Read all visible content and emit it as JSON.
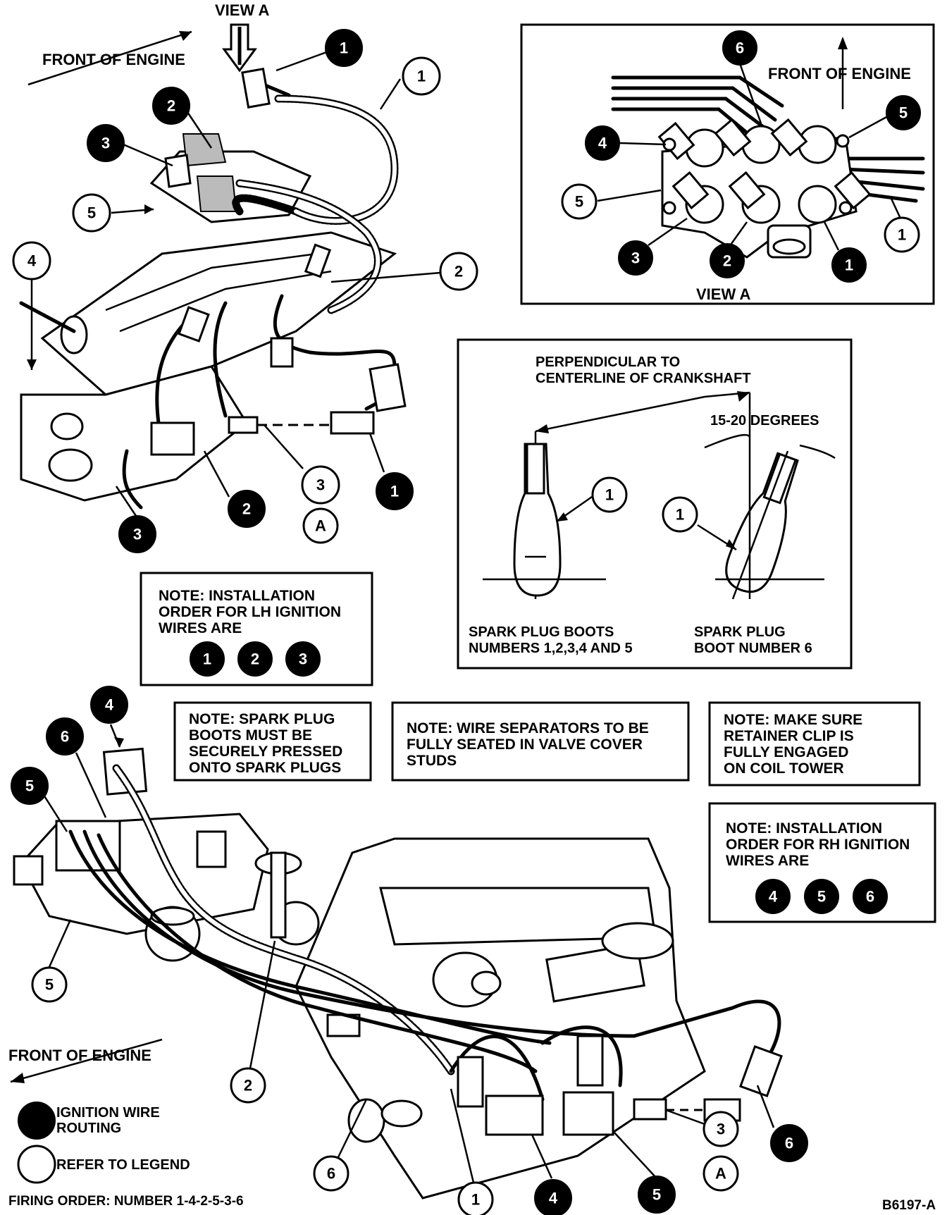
{
  "labels": {
    "view_a_top": "VIEW A",
    "front_of_engine_top_left": "FRONT OF ENGINE",
    "front_of_engine_view_a": "FRONT OF ENGINE",
    "view_a_caption": "VIEW A",
    "front_of_engine_bottom": "FRONT OF ENGINE",
    "perpendicular_line1": "PERPENDICULAR TO",
    "perpendicular_line2": "CENTERLINE OF CRANKSHAFT",
    "degrees": "15-20 DEGREES",
    "boots_left_line1": "SPARK PLUG BOOTS",
    "boots_left_line2": "NUMBERS 1,2,3,4 AND 5",
    "boot_right_line1": "SPARK PLUG",
    "boot_right_line2": "BOOT NUMBER 6",
    "circle_a_top": "A",
    "circle_a_bottom": "A",
    "figure_id": "B6197-A"
  },
  "notes": {
    "lh_order": {
      "lines": [
        "NOTE: INSTALLATION",
        "ORDER FOR LH IGNITION",
        "WIRES ARE"
      ],
      "numbers": [
        "1",
        "2",
        "3"
      ]
    },
    "boots_pressed": {
      "lines": [
        "NOTE: SPARK PLUG",
        "BOOTS MUST BE",
        "SECURELY PRESSED",
        "ONTO SPARK PLUGS"
      ]
    },
    "separators": {
      "lines": [
        "NOTE: WIRE SEPARATORS TO BE",
        "FULLY SEATED IN VALVE COVER",
        "STUDS"
      ]
    },
    "retainer": {
      "lines": [
        "NOTE: MAKE SURE",
        "RETAINER CLIP IS",
        "FULLY ENGAGED",
        "ON COIL TOWER"
      ]
    },
    "rh_order": {
      "lines": [
        "NOTE: INSTALLATION",
        "ORDER FOR RH IGNITION",
        "WIRES ARE"
      ],
      "numbers": [
        "4",
        "5",
        "6"
      ]
    }
  },
  "legend": {
    "routing": "IGNITION WIRE ROUTING",
    "routing_line1": "IGNITION WIRE",
    "routing_line2": "ROUTING",
    "refer": "REFER TO LEGEND",
    "firing_order": "FIRING ORDER: NUMBER 1-4-2-5-3-6"
  },
  "callouts": {
    "top_left_black": [
      "1",
      "2",
      "3",
      "2",
      "1",
      "3"
    ],
    "top_left_white": [
      "1",
      "5",
      "4",
      "2",
      "3"
    ],
    "view_a_black": [
      "6",
      "4",
      "5",
      "3",
      "2",
      "1"
    ],
    "view_a_white": [
      "5",
      "1"
    ],
    "boot_detail_white": [
      "1",
      "1"
    ],
    "bottom_black": [
      "4",
      "6",
      "5",
      "4",
      "5",
      "6"
    ],
    "bottom_white": [
      "5",
      "2",
      "6",
      "1",
      "3"
    ]
  },
  "colors": {
    "ink": "#000000",
    "paper": "#ffffff"
  }
}
